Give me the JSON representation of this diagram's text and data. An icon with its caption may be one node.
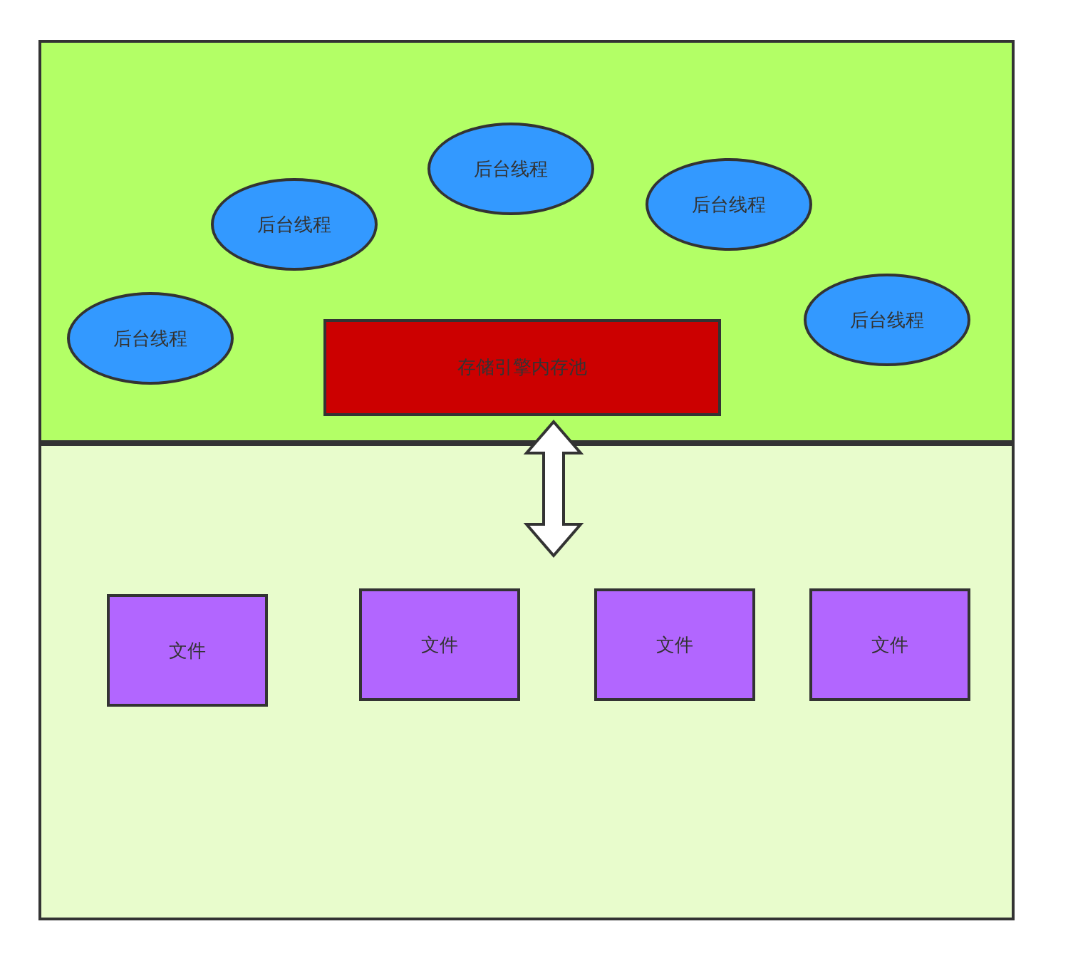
{
  "diagram": {
    "nodes": [
      {
        "text": [],
        "shape": "box"
      },
      {
        "text": [
          "后台线程"
        ],
        "in": 0
      },
      {
        "text": [
          "后台线程"
        ],
        "in": 0
      },
      {
        "text": [
          "后台线程"
        ],
        "in": 0
      },
      {
        "text": [
          "后台线程"
        ],
        "in": 0
      },
      {
        "text": [
          "后台线程"
        ],
        "in": 0
      },
      {
        "text": [
          "存储引擎内存池"
        ],
        "in": 0
      },
      {
        "text": [],
        "shape": "box"
      },
      {
        "text": [
          "文件"
        ],
        "in": 7
      },
      {
        "text": [
          "文件"
        ],
        "in": 7
      },
      {
        "text": [
          "文件"
        ],
        "in": 7
      },
      {
        "text": [
          "文件"
        ],
        "in": 7
      }
    ],
    "edges": [
      {
        "from": 6,
        "to": 7,
        "arrow": "both",
        "style": "thick"
      }
    ]
  }
}
